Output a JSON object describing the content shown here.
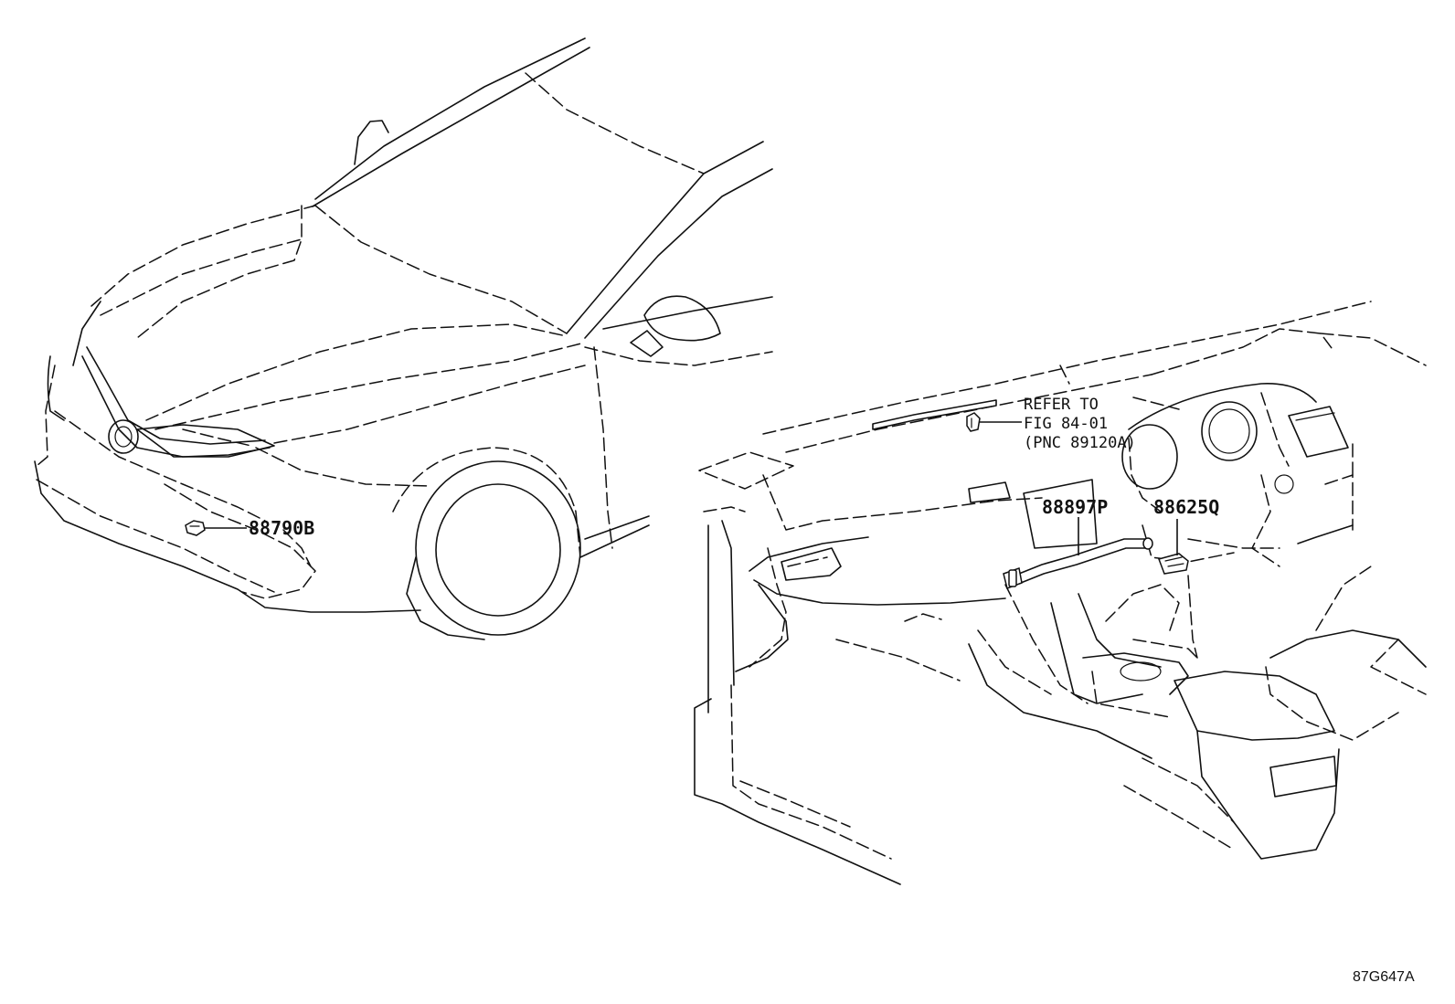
{
  "parts": {
    "p88790b": "88790B",
    "p88897p": "88897P",
    "p88625q": "88625Q"
  },
  "note": {
    "line1": "REFER TO",
    "line2": "FIG 84-01",
    "line3": "(PNC 89120A)"
  },
  "figure_id": "87G647A"
}
